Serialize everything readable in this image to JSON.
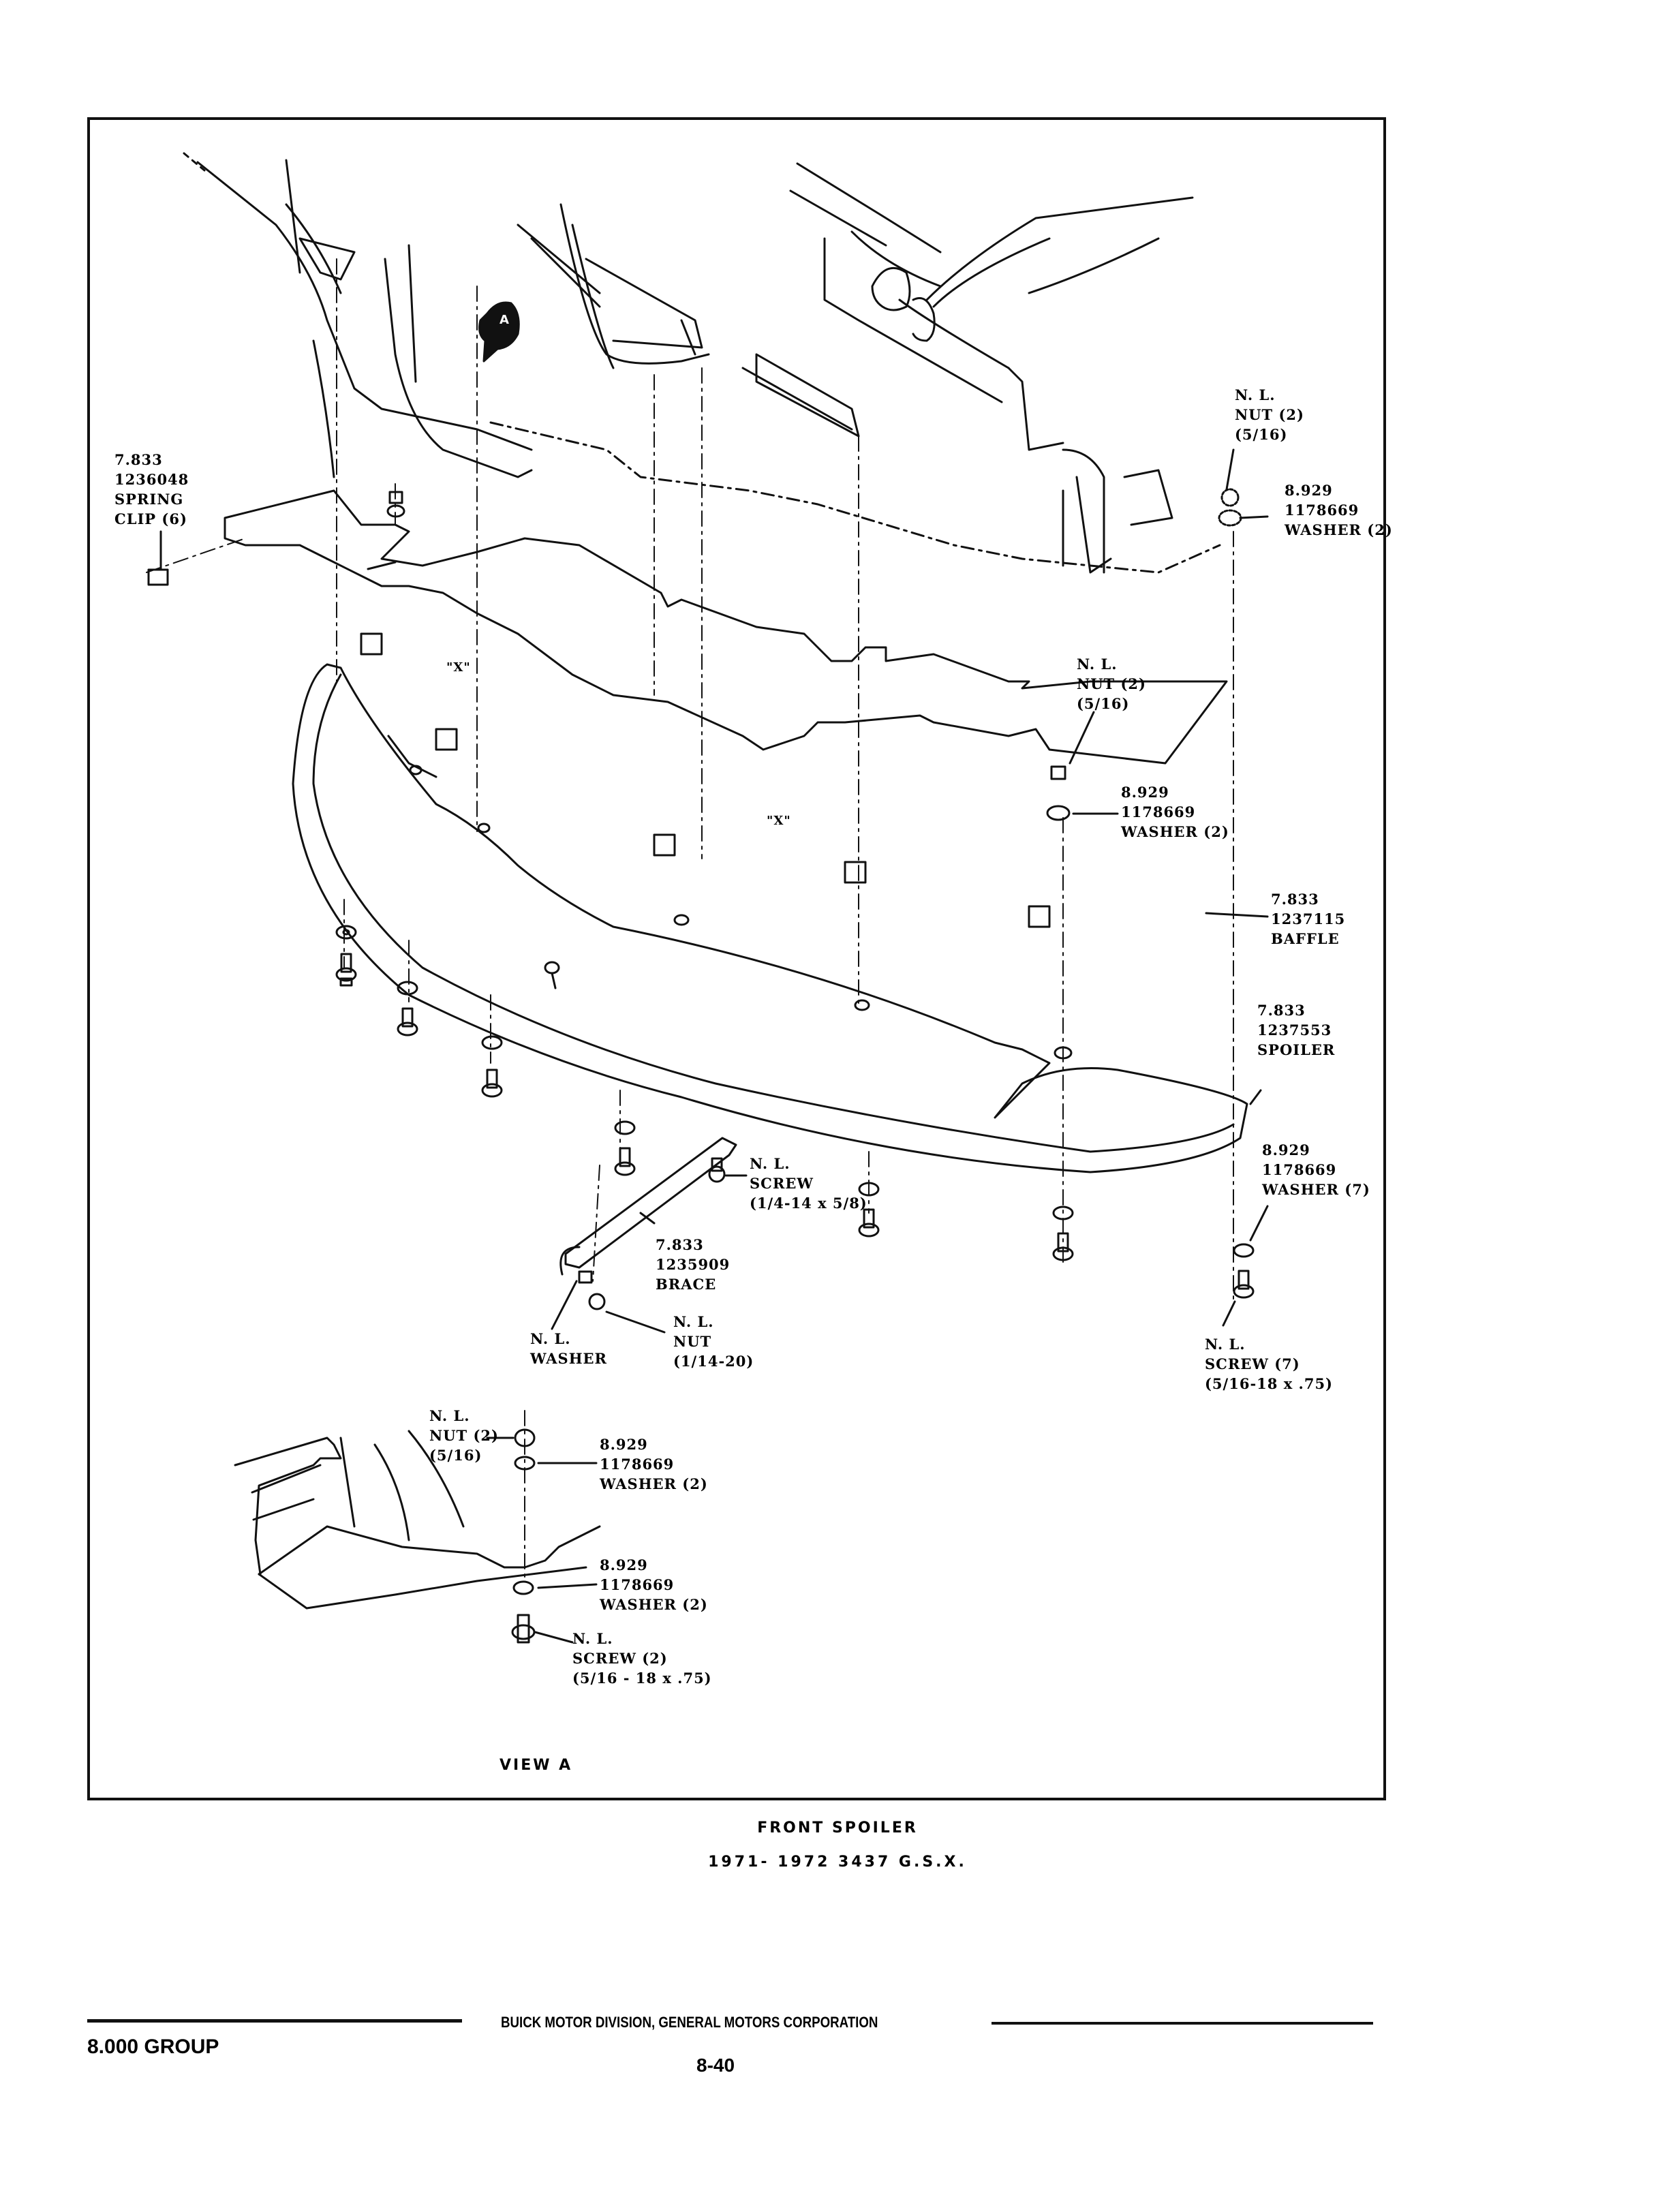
{
  "document": {
    "title": "FRONT SPOILER",
    "subtitle": "1971- 1972 3437 G.S.X.",
    "view_label": "VIEW A",
    "view_marker": "A"
  },
  "callouts": {
    "spring_clip": {
      "lines": [
        "7.833",
        "1236048",
        "SPRING",
        "CLIP (6)"
      ]
    },
    "top_nut": {
      "lines": [
        "N. L.",
        "NUT (2)",
        "(5/16)"
      ]
    },
    "top_washer": {
      "lines": [
        "8.929",
        "1178669",
        "WASHER (2)"
      ]
    },
    "mid_nut": {
      "lines": [
        "N. L.",
        "NUT (2)",
        "(5/16)"
      ]
    },
    "mid_washer": {
      "lines": [
        "8.929",
        "1178669",
        "WASHER (2)"
      ]
    },
    "baffle": {
      "lines": [
        "7.833",
        "1237115",
        "BAFFLE"
      ]
    },
    "spoiler": {
      "lines": [
        "7.833",
        "1237553",
        "SPOILER"
      ]
    },
    "spoiler_washer": {
      "lines": [
        "8.929",
        "1178669",
        "WASHER (7)"
      ]
    },
    "spoiler_screw": {
      "lines": [
        "N. L.",
        "SCREW (7)",
        "(5/16-18 x .75)"
      ]
    },
    "brace_screw": {
      "lines": [
        "N. L.",
        "SCREW",
        "(1/4-14 x 5/8)"
      ]
    },
    "brace": {
      "lines": [
        "7.833",
        "1235909",
        "BRACE"
      ]
    },
    "brace_washer": {
      "lines": [
        "N. L.",
        "WASHER"
      ]
    },
    "brace_nut": {
      "lines": [
        "N. L.",
        "NUT",
        "(1/14-20)"
      ]
    },
    "view_a_nut": {
      "lines": [
        "N. L.",
        "NUT (2)",
        "(5/16)"
      ]
    },
    "view_a_washer_top": {
      "lines": [
        "8.929",
        "1178669",
        "WASHER (2)"
      ]
    },
    "view_a_washer_bottom": {
      "lines": [
        "8.929",
        "1178669",
        "WASHER (2)"
      ]
    },
    "view_a_screw": {
      "lines": [
        "N. L.",
        "SCREW (2)",
        "(5/16 - 18 x .75)"
      ]
    }
  },
  "markers": {
    "x_mark": "\"X\""
  },
  "footer": {
    "group": "8.000 GROUP",
    "publisher": "BUICK MOTOR DIVISION, GENERAL MOTORS CORPORATION",
    "page_number": "8-40"
  }
}
